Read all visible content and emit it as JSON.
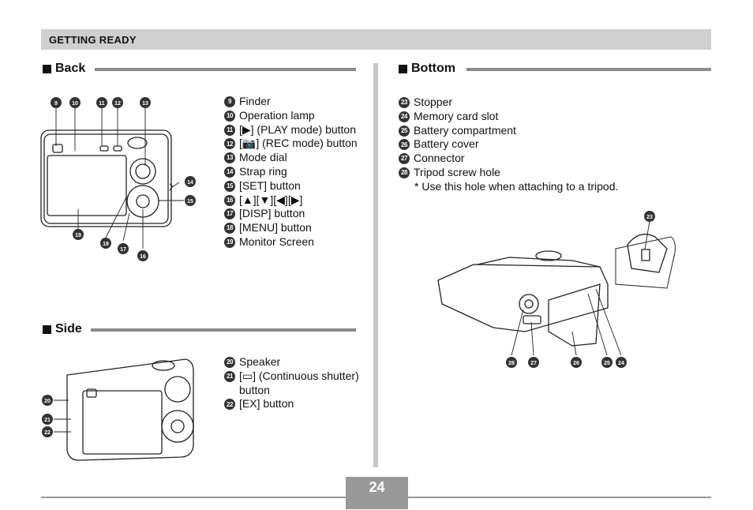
{
  "header": {
    "title": "GETTING READY"
  },
  "back": {
    "title": "Back",
    "items": [
      {
        "num": "9",
        "text": "Finder"
      },
      {
        "num": "10",
        "text": "Operation lamp"
      },
      {
        "num": "11",
        "text": "[▶] (PLAY mode) button"
      },
      {
        "num": "12",
        "text": "[📷] (REC mode) button"
      },
      {
        "num": "13",
        "text": "Mode dial"
      },
      {
        "num": "14",
        "text": "Strap ring"
      },
      {
        "num": "15",
        "text": "[SET] button"
      },
      {
        "num": "16",
        "text": "[▲][▼][◀][▶]"
      },
      {
        "num": "17",
        "text": "[DISP] button"
      },
      {
        "num": "18",
        "text": "[MENU] button"
      },
      {
        "num": "19",
        "text": "Monitor Screen"
      }
    ],
    "callouts": [
      "9",
      "10",
      "11",
      "12",
      "13",
      "14",
      "15",
      "16",
      "17",
      "18",
      "19"
    ]
  },
  "side": {
    "title": "Side",
    "items": [
      {
        "num": "20",
        "text": "Speaker"
      },
      {
        "num": "21",
        "text": "[▭] (Continuous shutter) button"
      },
      {
        "num": "22",
        "text": "[EX] button"
      }
    ],
    "callouts": [
      "20",
      "21",
      "22"
    ]
  },
  "bottom": {
    "title": "Bottom",
    "items": [
      {
        "num": "23",
        "text": "Stopper"
      },
      {
        "num": "24",
        "text": "Memory card slot"
      },
      {
        "num": "25",
        "text": "Battery compartment"
      },
      {
        "num": "26",
        "text": "Battery cover"
      },
      {
        "num": "27",
        "text": "Connector"
      },
      {
        "num": "28",
        "text": "Tripod screw hole"
      }
    ],
    "note": "* Use this hole when attaching to a tripod.",
    "callouts": [
      "23",
      "28",
      "27",
      "26",
      "25",
      "24"
    ]
  },
  "footer": {
    "page_number": "24"
  }
}
